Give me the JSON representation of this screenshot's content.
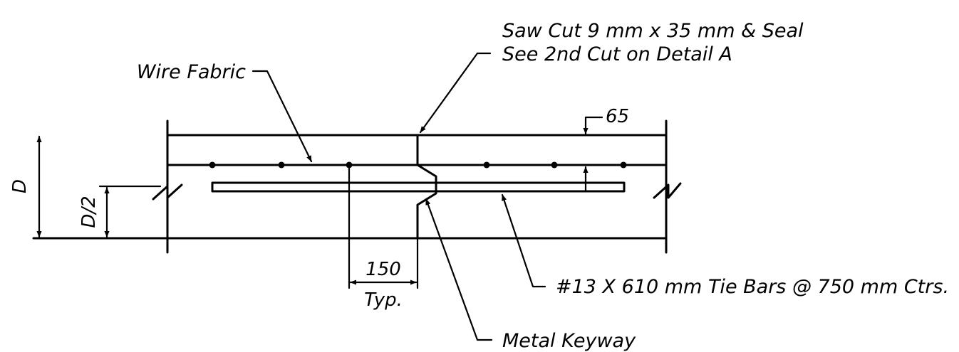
{
  "labels": {
    "saw_cut_line1": "Saw Cut 9 mm x 35 mm & Seal",
    "saw_cut_line2": "See 2nd Cut on Detail A",
    "wire_fabric": "Wire Fabric",
    "cover": "65",
    "depth": "D",
    "half_depth": "D/2",
    "spacing": "150",
    "typical": "Typ.",
    "tie_bars": "#13 X 610 mm Tie Bars @ 750 mm Ctrs.",
    "keyway": "Metal Keyway"
  }
}
